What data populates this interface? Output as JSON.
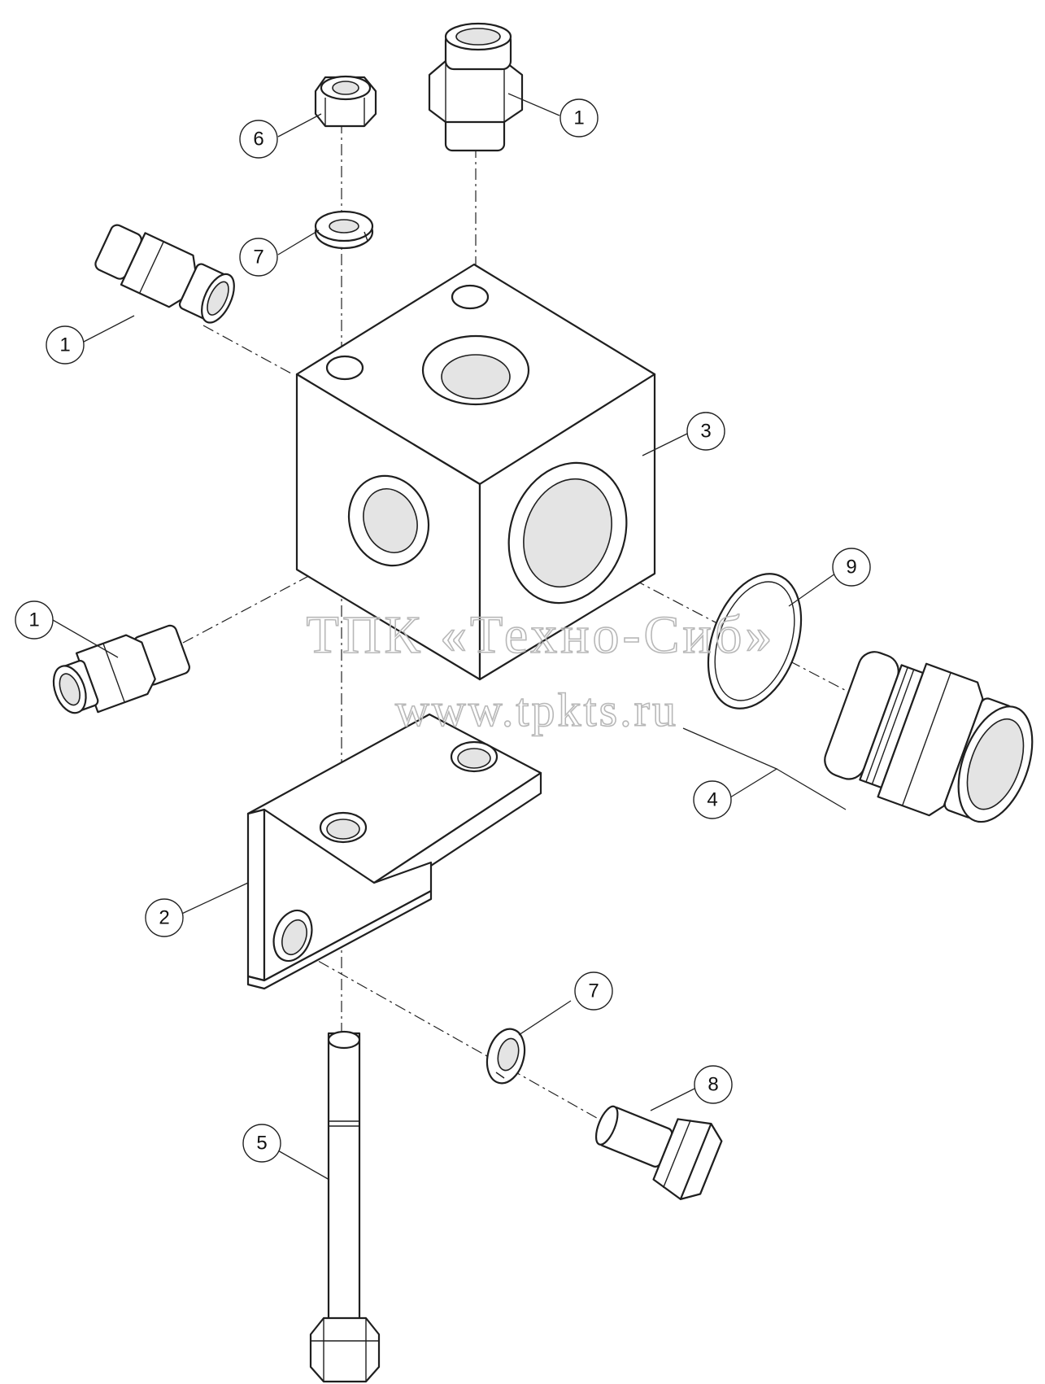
{
  "watermark": {
    "line1": "ТПК «Техно-Сиб»",
    "line2": "www.tpkts.ru"
  },
  "callouts": [
    {
      "id": "callout-1-top",
      "label": "1"
    },
    {
      "id": "callout-6",
      "label": "6"
    },
    {
      "id": "callout-7-top",
      "label": "7"
    },
    {
      "id": "callout-1-left",
      "label": "1"
    },
    {
      "id": "callout-3",
      "label": "3"
    },
    {
      "id": "callout-9",
      "label": "9"
    },
    {
      "id": "callout-1-lower",
      "label": "1"
    },
    {
      "id": "callout-4",
      "label": "4"
    },
    {
      "id": "callout-2",
      "label": "2"
    },
    {
      "id": "callout-7-bottom",
      "label": "7"
    },
    {
      "id": "callout-8",
      "label": "8"
    },
    {
      "id": "callout-5",
      "label": "5"
    }
  ]
}
